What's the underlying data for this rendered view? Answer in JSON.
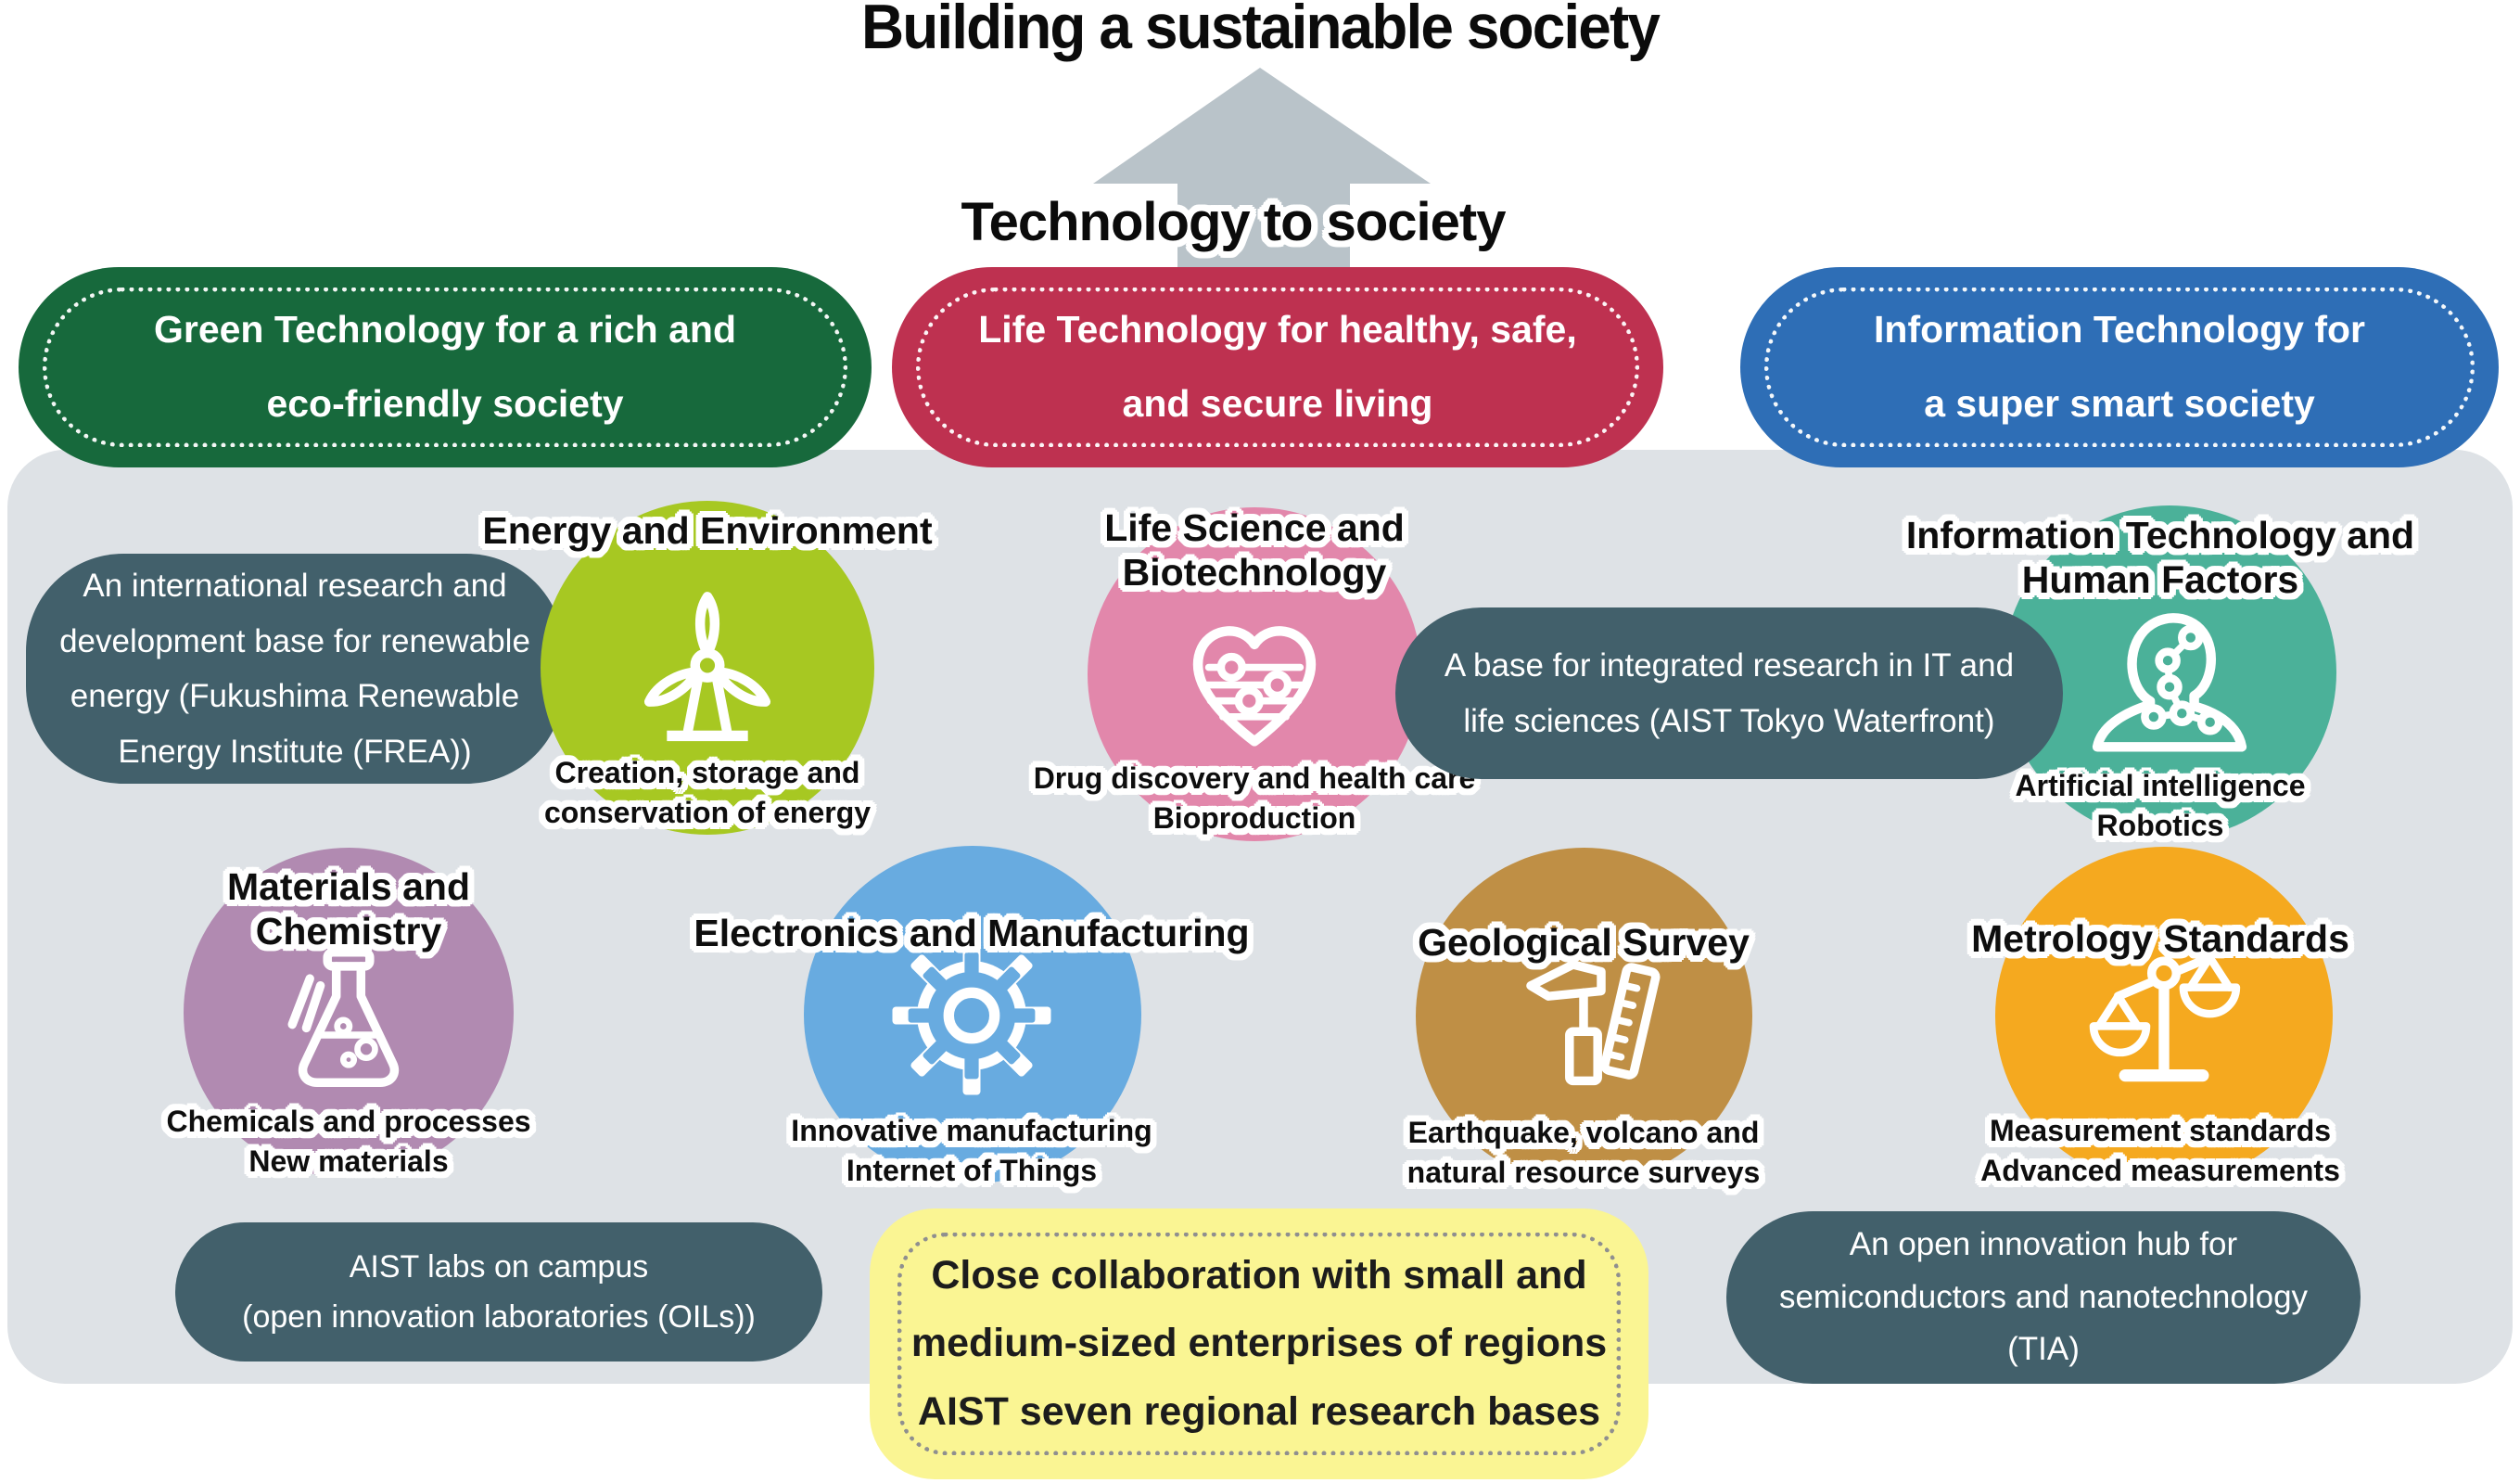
{
  "title": "Building a sustainable society",
  "arrow": {
    "label": "Technology to society",
    "color": "#b9c3c9"
  },
  "pills": [
    {
      "id": "green",
      "text": "Green Technology for a rich and\neco-friendly society",
      "color": "#17693c"
    },
    {
      "id": "life",
      "text": "Life Technology for healthy, safe,\nand secure living",
      "color": "#be3150"
    },
    {
      "id": "info",
      "text": "Information Technology for\na super smart society",
      "color": "#2e6eb6"
    }
  ],
  "departments": [
    {
      "id": "energy",
      "title": "Energy and Environment",
      "caption": "Creation, storage and\nconservation of energy",
      "color": "#a7c822",
      "icon": "wind-turbine-icon"
    },
    {
      "id": "life-science",
      "title": "Life Science and\nBiotechnology",
      "caption": "Drug discovery and health care\nBioproduction",
      "color": "#e287ab",
      "icon": "heart-circuit-icon"
    },
    {
      "id": "it-human",
      "title": "Information Technology and\nHuman Factors",
      "caption": "Artificial intelligence\nRobotics",
      "color": "#4bb199",
      "icon": "person-network-icon"
    },
    {
      "id": "materials",
      "title": "Materials and\nChemistry",
      "caption": "Chemicals and processes\nNew materials",
      "color": "#b18ab1",
      "icon": "flask-icon"
    },
    {
      "id": "electronics",
      "title": "Electronics and Manufacturing",
      "caption": "Innovative manufacturing\nInternet of Things",
      "color": "#68abe0",
      "icon": "gear-icon"
    },
    {
      "id": "geological",
      "title": "Geological Survey",
      "caption": "Earthquake, volcano and\nnatural resource surveys",
      "color": "#bf8f45",
      "icon": "hammer-ruler-icon"
    },
    {
      "id": "metrology",
      "title": "Metrology Standards",
      "caption": "Measurement standards\nAdvanced measurements",
      "color": "#f5a91f",
      "icon": "balance-scale-icon"
    }
  ],
  "bases": [
    {
      "id": "frea",
      "text": "An international research and\ndevelopment base for renewable\nenergy (Fukushima Renewable\nEnergy Institute (FREA))"
    },
    {
      "id": "tokyo-waterfront",
      "text": "A base for integrated research in IT and\nlife sciences (AIST Tokyo Waterfront)"
    },
    {
      "id": "oils",
      "text": "AIST labs on campus\n(open innovation laboratories (OILs))"
    },
    {
      "id": "tia",
      "text": "An open innovation hub for\nsemiconductors and nanotechnology\n(TIA)"
    }
  ],
  "regional_box": {
    "text": "Close collaboration with small and\nmedium-sized enterprises of regions\nAIST seven regional research bases",
    "bg": "#faf593"
  },
  "colors": {
    "panel_bg": "#dee2e6",
    "dark_box": "#42606b",
    "arrow": "#b9c3c9"
  }
}
